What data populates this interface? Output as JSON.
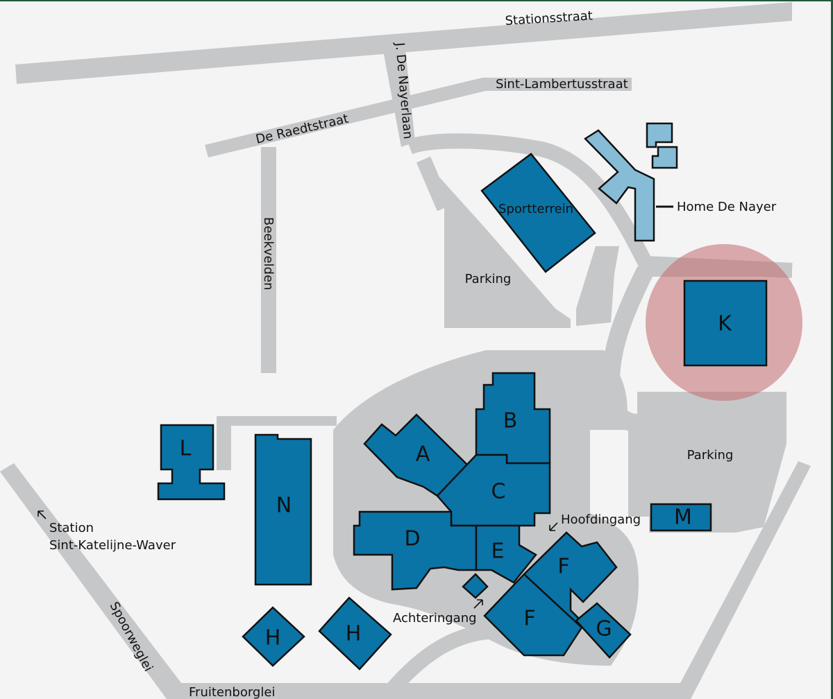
{
  "map": {
    "frame_color": "#1f5a3a",
    "colors": {
      "background": "#f4f4f4",
      "road": "#c6c7c9",
      "building_main": "#0a74a6",
      "building_home": "#86bcd6",
      "highlight": "#c26a6e"
    },
    "streets": {
      "stationsstraat": "Stationsstraat",
      "sint_lambertus": "Sint-Lambertusstraat",
      "de_raedt": "De Raedtstraat",
      "de_nayerlaan": "J. De Nayerlaan",
      "beekvelden": "Beekvelden",
      "spoorweglei": "Spoorweglei",
      "fruitenborglei": "Fruitenborglei"
    },
    "areas": {
      "sportterrein": "Sportterrein",
      "parking_north": "Parking",
      "parking_east": "Parking",
      "home": "Home De Nayer"
    },
    "buildings": {
      "a": "A",
      "b": "B",
      "c": "C",
      "d": "D",
      "e": "E",
      "f1": "F",
      "f2": "F",
      "g": "G",
      "h1": "H",
      "h2": "H",
      "k": "K",
      "l": "L",
      "m": "M",
      "n": "N"
    },
    "entrances": {
      "main": "Hoofdingang",
      "back": "Achteringang"
    },
    "station": {
      "line1": "Station",
      "line2": "Sint-Katelijne-Waver"
    }
  }
}
